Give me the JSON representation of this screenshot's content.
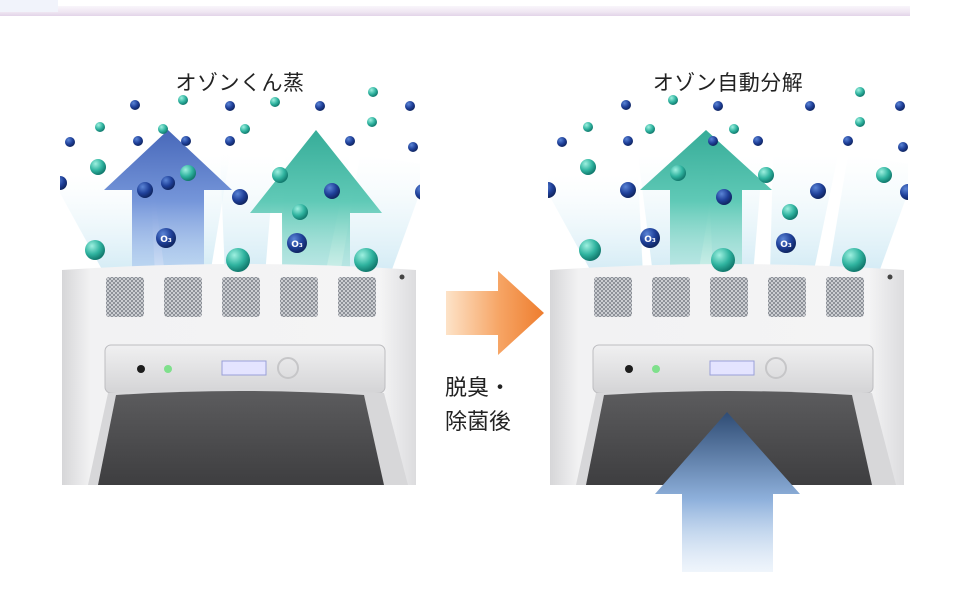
{
  "header": {
    "accent_color": "#e2d4e8"
  },
  "left_panel": {
    "title": "オゾンくん蒸",
    "arrow_colors": [
      "#4d6cc4",
      "#35b7a4"
    ]
  },
  "right_panel": {
    "title": "オゾン自動分解",
    "arrow_colors": [
      "#35b7a4",
      "#3e5a8a"
    ]
  },
  "transition": {
    "caption_line1": "脱臭・",
    "caption_line2": "除菌後",
    "arrow_color": "#f08a3c"
  },
  "molecule": {
    "label": "O₃",
    "color": "#1c3c8e"
  },
  "particle_color": "#2fa89a"
}
